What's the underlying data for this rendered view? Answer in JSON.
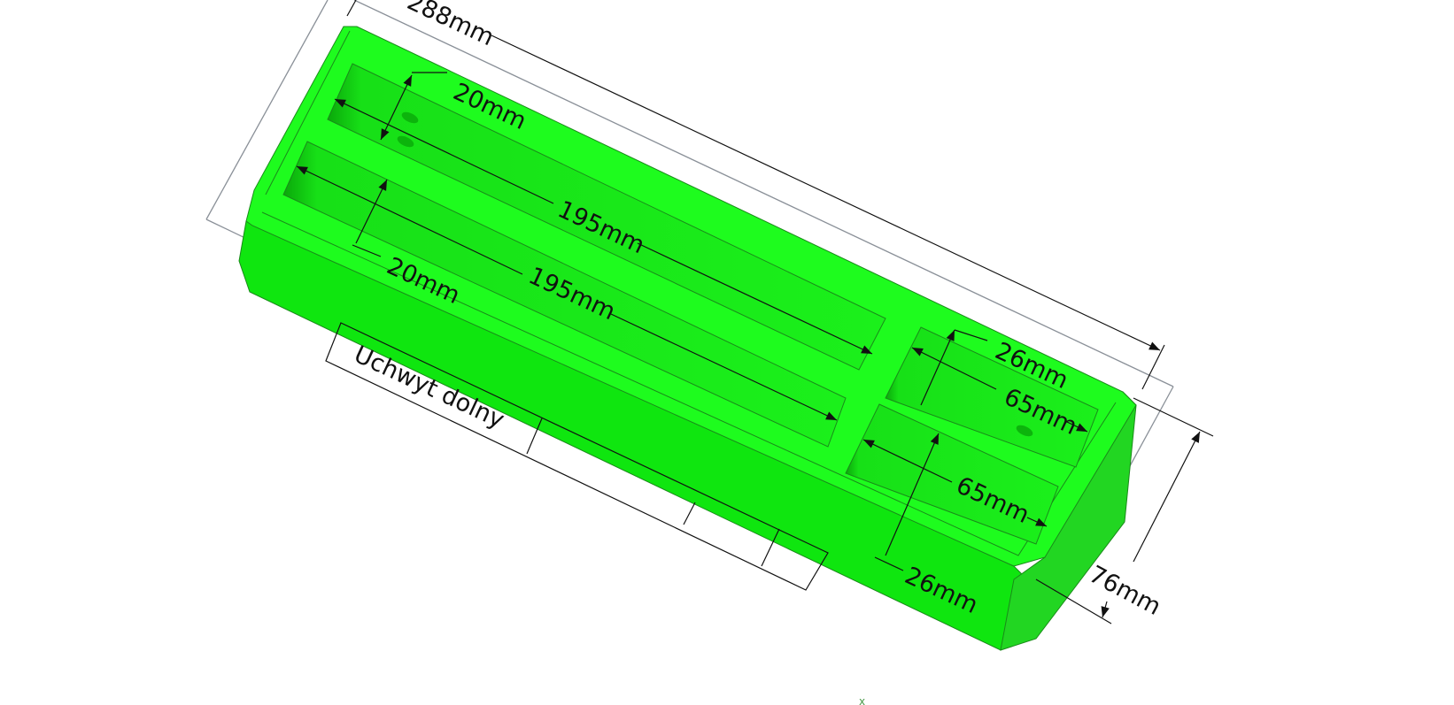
{
  "title": "Uchwyt dolny",
  "colors": {
    "body_top": "#1efc1e",
    "body_side": "#0fe60f",
    "pocket": "#14e414",
    "background": "#ffffff"
  },
  "dimensions": {
    "overall_length": "288mm",
    "overall_width": "76mm",
    "pocket1_width": "20mm",
    "pocket1_length": "195mm",
    "pocket2_width": "20mm",
    "pocket2_length": "195mm",
    "pocket3_width": "26mm",
    "pocket3_length": "65mm",
    "pocket4_width": "26mm",
    "pocket4_length": "65mm"
  }
}
